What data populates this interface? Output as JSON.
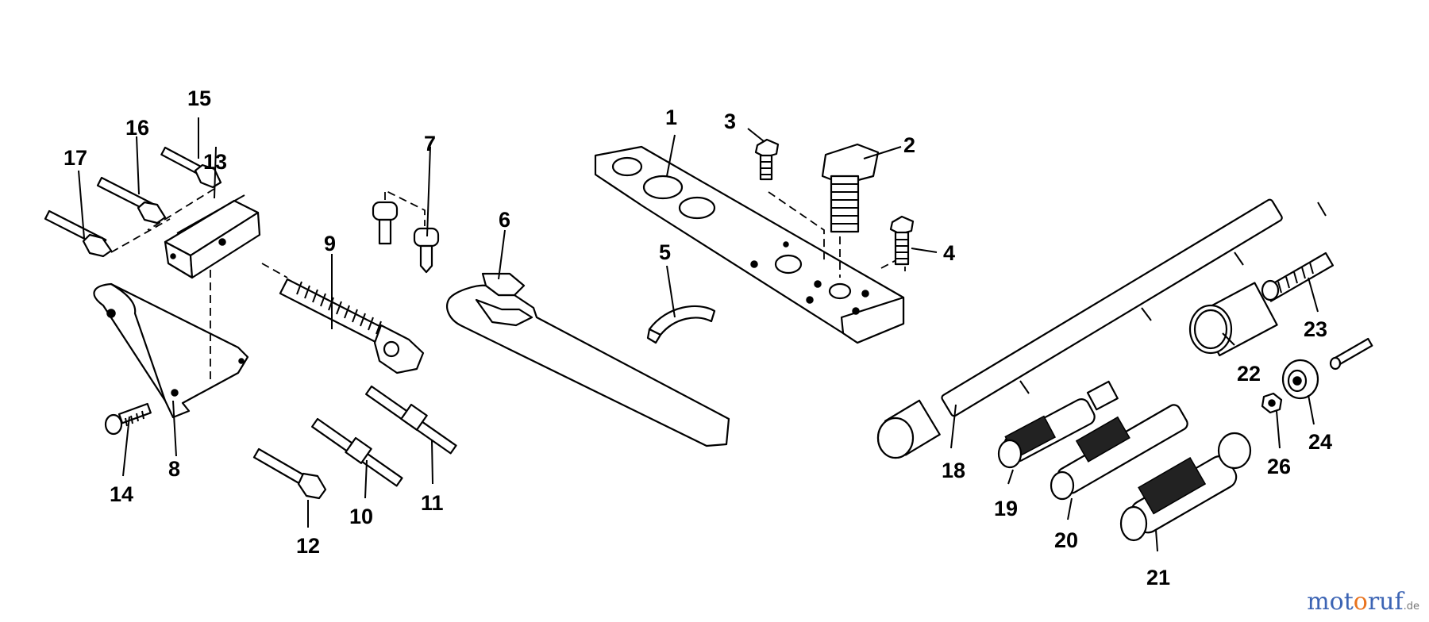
{
  "callouts": {
    "c1": "1",
    "c2": "2",
    "c3": "3",
    "c4": "4",
    "c5": "5",
    "c6": "6",
    "c7": "7",
    "c8": "8",
    "c9": "9",
    "c10": "10",
    "c11": "11",
    "c12": "12",
    "c13": "13",
    "c14": "14",
    "c15": "15",
    "c16": "16",
    "c17": "17",
    "c18": "18",
    "c19": "19",
    "c20": "20",
    "c21": "21",
    "c22": "22",
    "c23": "23",
    "c24": "24",
    "c26": "26"
  },
  "watermark": {
    "part1": "mot",
    "part2": "o",
    "part3": "ruf",
    "part4": ".de"
  },
  "colors": {
    "line": "#000000",
    "watermark_blue": "#3c64b4",
    "watermark_orange": "#e9731e"
  }
}
